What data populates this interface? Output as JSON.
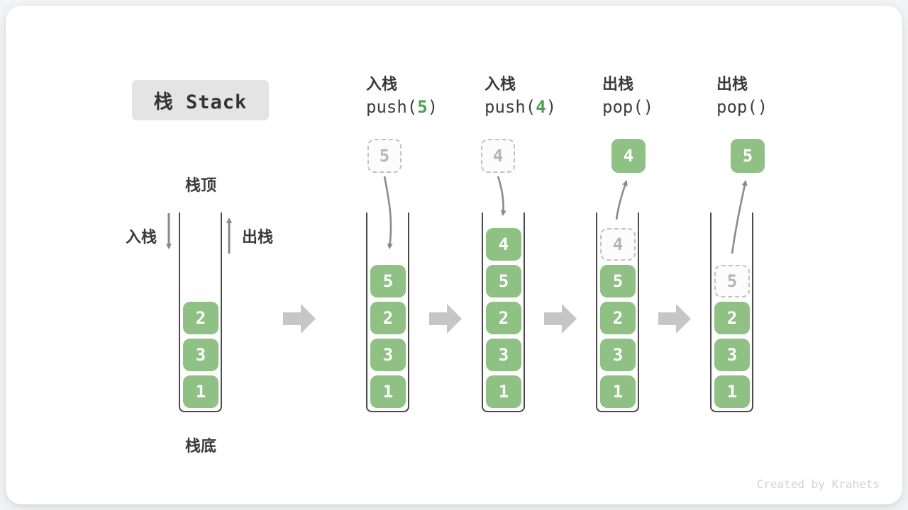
{
  "badge": {
    "label": "栈 Stack"
  },
  "legend": {
    "stack_top": "栈顶",
    "stack_bottom": "栈底",
    "push_side": "入栈",
    "pop_side": "出栈"
  },
  "operations": [
    {
      "title": "入栈",
      "fn": "push(",
      "arg": "5",
      "close": ")"
    },
    {
      "title": "入栈",
      "fn": "push(",
      "arg": "4",
      "close": ")"
    },
    {
      "title": "出栈",
      "fn": "pop(",
      "arg": "",
      "close": ")"
    },
    {
      "title": "出栈",
      "fn": "pop(",
      "arg": "",
      "close": ")"
    }
  ],
  "moving_items": {
    "push_5": "5",
    "push_4": "4",
    "pop_4": "4",
    "pop_5": "5"
  },
  "stacks": [
    {
      "items": [
        "2",
        "3",
        "1"
      ]
    },
    {
      "items": [
        "5",
        "2",
        "3",
        "1"
      ]
    },
    {
      "items": [
        "4",
        "5",
        "2",
        "3",
        "1"
      ]
    },
    {
      "ghost": "4",
      "items": [
        "5",
        "2",
        "3",
        "1"
      ]
    },
    {
      "ghost": "5",
      "items": [
        "2",
        "3",
        "1"
      ]
    }
  ],
  "watermark": "Created by Krahets",
  "colors": {
    "item_green": "#8fc084",
    "code_green": "#4ca04e",
    "ink": "#3a3a3a",
    "arrow_gray": "#8a8a8a",
    "block_arrow_gray": "#c6c6c6",
    "ghost_gray": "#c2c2c2",
    "badge_bg": "#e4e4e4"
  }
}
